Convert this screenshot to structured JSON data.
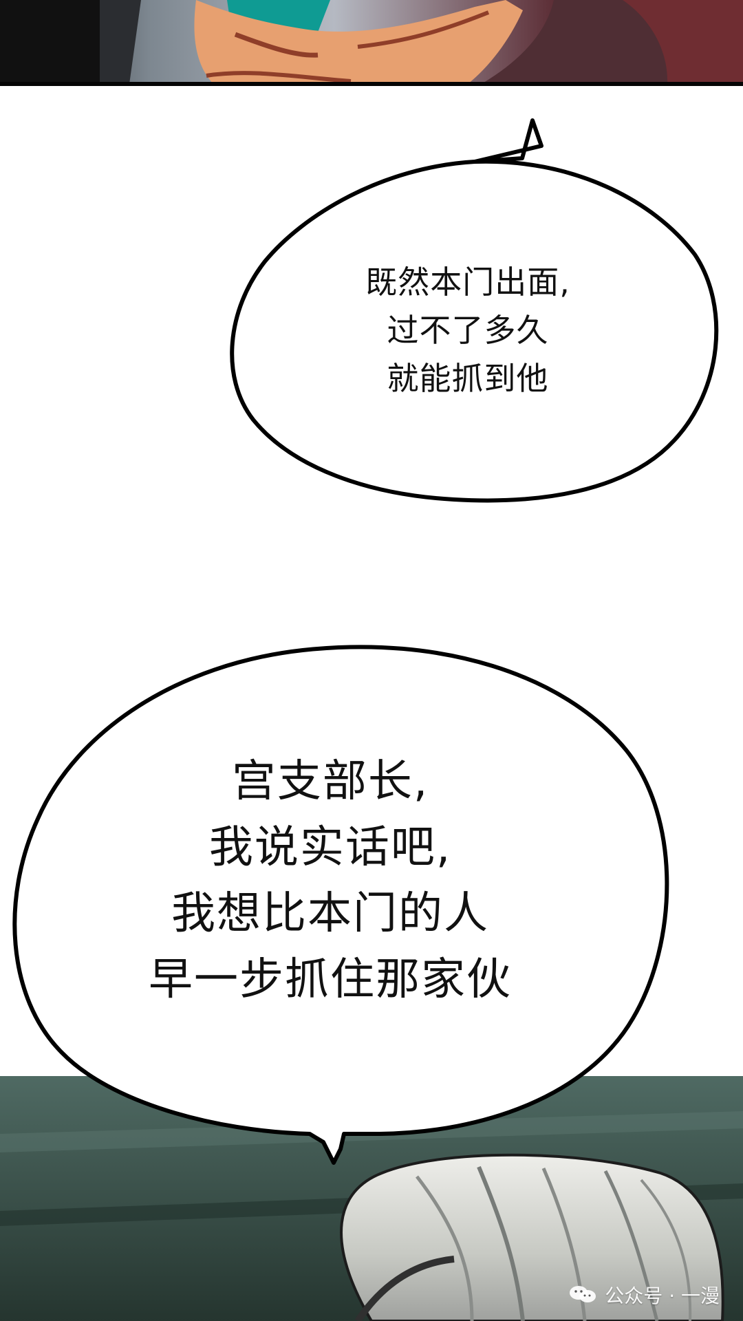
{
  "speech_bubbles": {
    "upper": {
      "line1": "既然本门出面,",
      "line2": "过不了多久",
      "line3": "就能抓到他"
    },
    "lower": {
      "line1": "宫支部长,",
      "line2": "我说实话吧,",
      "line3": "我想比本门的人",
      "line4": "早一步抓住那家伙"
    }
  },
  "watermark": {
    "text": "公众号 · 一漫"
  },
  "colors": {
    "ink": "#111111",
    "paper": "#ffffff",
    "bottom_panel": "#3f5a52",
    "hair": "#c8c9c3",
    "skin": "#e7a070"
  },
  "icons": {
    "watermark_icon": "wechat-icon"
  }
}
